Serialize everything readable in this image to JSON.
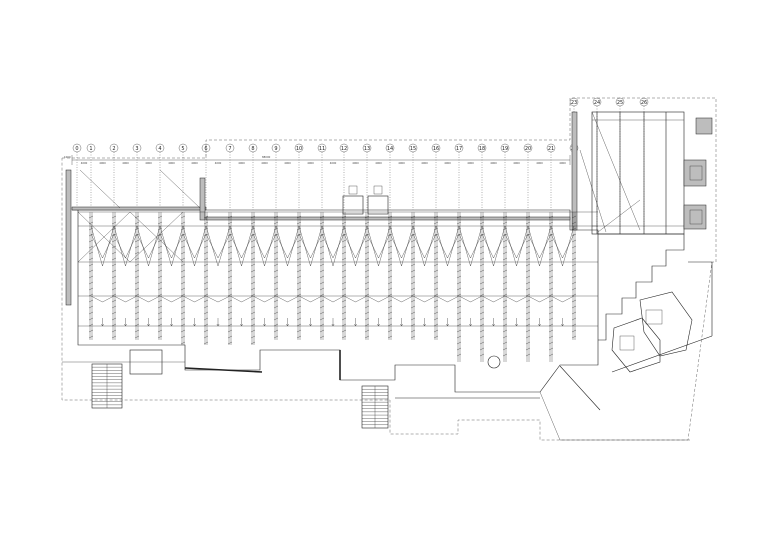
{
  "drawing": {
    "main_grid_labels": [
      "0",
      "1",
      "2",
      "3",
      "4",
      "5",
      "6",
      "7",
      "8",
      "9",
      "10",
      "11",
      "12",
      "13",
      "14",
      "15",
      "16",
      "17",
      "18",
      "19",
      "20",
      "21",
      "22"
    ],
    "annex_grid_labels": [
      "23",
      "24",
      "25",
      "26"
    ],
    "dimension_labels": [
      "4000",
      "4000",
      "4000",
      "4000",
      "4000",
      "4000",
      "4000",
      "4000",
      "4000",
      "4000",
      "4000",
      "4000",
      "4000",
      "4000",
      "4000",
      "4000",
      "4000",
      "4000",
      "4000",
      "4000",
      "4000",
      "4000",
      "4000"
    ],
    "total_dimension_label": "88000",
    "side_label": "1000"
  }
}
